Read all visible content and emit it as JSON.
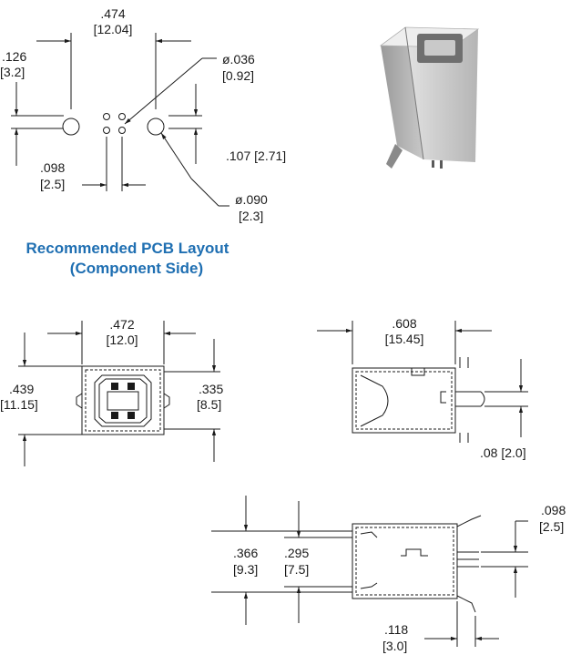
{
  "pcb_layout": {
    "title_line1": "Recommended PCB Layout",
    "title_line2": "(Component Side)",
    "dim_width": ".474",
    "dim_width_mm": "[12.04]",
    "dim_left": ".126",
    "dim_left_mm": "[3.2]",
    "dim_small_hole": "ø.036",
    "dim_small_hole_mm": "[0.92]",
    "dim_offset": ".107 [2.71]",
    "dim_pitch": ".098",
    "dim_pitch_mm": "[2.5]",
    "dim_large_hole": "ø.090",
    "dim_large_hole_mm": "[2.3]"
  },
  "front_view": {
    "dim_width": ".472",
    "dim_width_mm": "[12.0]",
    "dim_height": ".439",
    "dim_height_mm": "[11.15]",
    "dim_inner": ".335",
    "dim_inner_mm": "[8.5]"
  },
  "side_view": {
    "dim_length": ".608",
    "dim_length_mm": "[15.45]",
    "dim_pin": ".08 [2.0]"
  },
  "bottom_view": {
    "dim_outer": ".366",
    "dim_outer_mm": "[9.3]",
    "dim_inner": ".295",
    "dim_inner_mm": "[7.5]",
    "dim_pin_pitch": ".098",
    "dim_pin_pitch_mm": "[2.5]",
    "dim_tail": ".118",
    "dim_tail_mm": "[3.0]"
  },
  "colors": {
    "title": "#1f6fb2",
    "line": "#1a1a1a",
    "metal_light": "#d9d9d9",
    "metal_dark": "#8a8a8a"
  }
}
